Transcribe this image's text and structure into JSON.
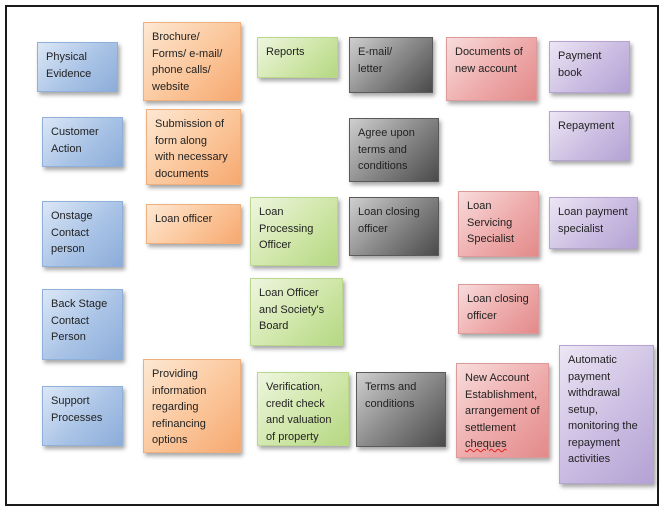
{
  "rows": {
    "physical_evidence": {
      "label": "Physical\nEvidence",
      "c1": "Brochure/\nForms/ e-mail/\nphone calls/\nwebsite",
      "c2": "Reports",
      "c3": "E-mail/\nletter",
      "c4": "Documents of\nnew account",
      "c5": "Payment\nbook"
    },
    "customer_action": {
      "label": "Customer\nAction",
      "c1": "Submission of\nform along\nwith necessary\ndocuments",
      "c3": "Agree upon\nterms and\nconditions",
      "c5": "Repayment"
    },
    "onstage": {
      "label": "Onstage\nContact\nperson",
      "c1": "Loan officer",
      "c2": "Loan\nProcessing\nOfficer",
      "c3": "Loan closing\nofficer",
      "c4": "Loan\nServicing\nSpecialist",
      "c5": "Loan payment\nspecialist"
    },
    "backstage": {
      "label": "Back Stage\nContact\nPerson",
      "c2": "Loan Officer\nand Society's\nBoard",
      "c4": "Loan closing\nofficer"
    },
    "support": {
      "label": "Support\nProcesses",
      "c1": "Providing\ninformation\nregarding\nrefinancing\noptions",
      "c2": "Verification,\ncredit check\nand valuation\nof property",
      "c3": "Terms and\nconditions",
      "c4_a": "New Account\nEstablishment,\narrangement of\nsettlement\n",
      "c4_b": "cheques",
      "c5": "Automatic\npayment\nwithdrawal\nsetup,\nmonitoring the\nrepayment\nactivities"
    }
  },
  "colors": {
    "blue": "#a9c3e6",
    "orange": "#fbc69a",
    "green": "#cfe6a8",
    "gray": "#8a8a8a",
    "red": "#eeaaaa",
    "purple": "#cbbde2",
    "border": "#1a1a1a"
  }
}
